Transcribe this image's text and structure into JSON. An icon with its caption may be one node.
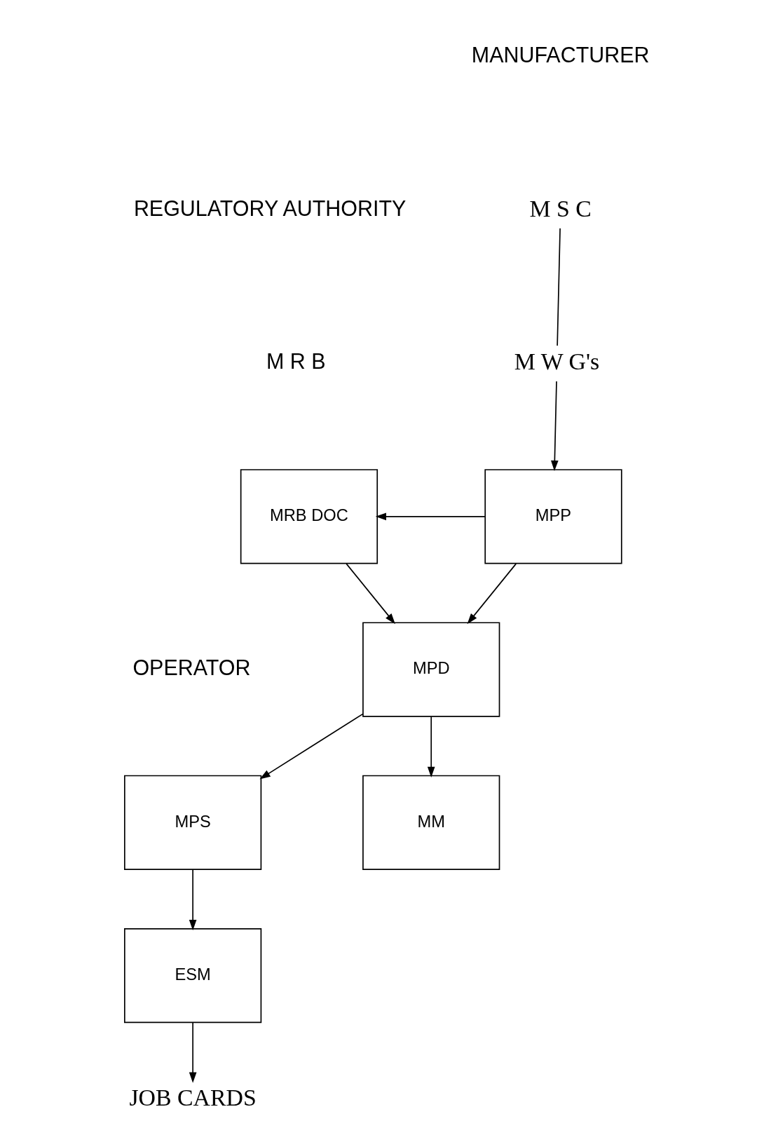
{
  "diagram": {
    "nodes": [
      {
        "text": [
          "M S C"
        ]
      },
      {
        "text": [
          "M W G's"
        ]
      },
      {
        "text": [
          "MPP"
        ]
      },
      {
        "text": [
          "MRB DOC"
        ]
      },
      {
        "text": [
          "MPD"
        ]
      },
      {
        "text": [
          "MM"
        ]
      },
      {
        "text": [
          "MPS"
        ]
      },
      {
        "text": [
          "ESM"
        ]
      },
      {
        "text": [
          "JOB CARDS"
        ]
      }
    ],
    "edges": [
      {
        "from": 0,
        "to": 1,
        "arrow": "none"
      },
      {
        "from": 1,
        "to": 2,
        "arrow": "to"
      },
      {
        "from": 2,
        "to": 3,
        "arrow": "to"
      },
      {
        "from": 3,
        "to": 4,
        "arrow": "to"
      },
      {
        "from": 2,
        "to": 4,
        "arrow": "to"
      },
      {
        "from": 4,
        "to": 5,
        "arrow": "to"
      },
      {
        "from": 4,
        "to": 6,
        "arrow": "to"
      },
      {
        "from": 6,
        "to": 7,
        "arrow": "to"
      },
      {
        "from": 7,
        "to": 8,
        "arrow": "to"
      }
    ],
    "labels": [
      "MANUFACTURER",
      "REGULATORY AUTHORITY",
      "M R B",
      "OPERATOR"
    ]
  }
}
